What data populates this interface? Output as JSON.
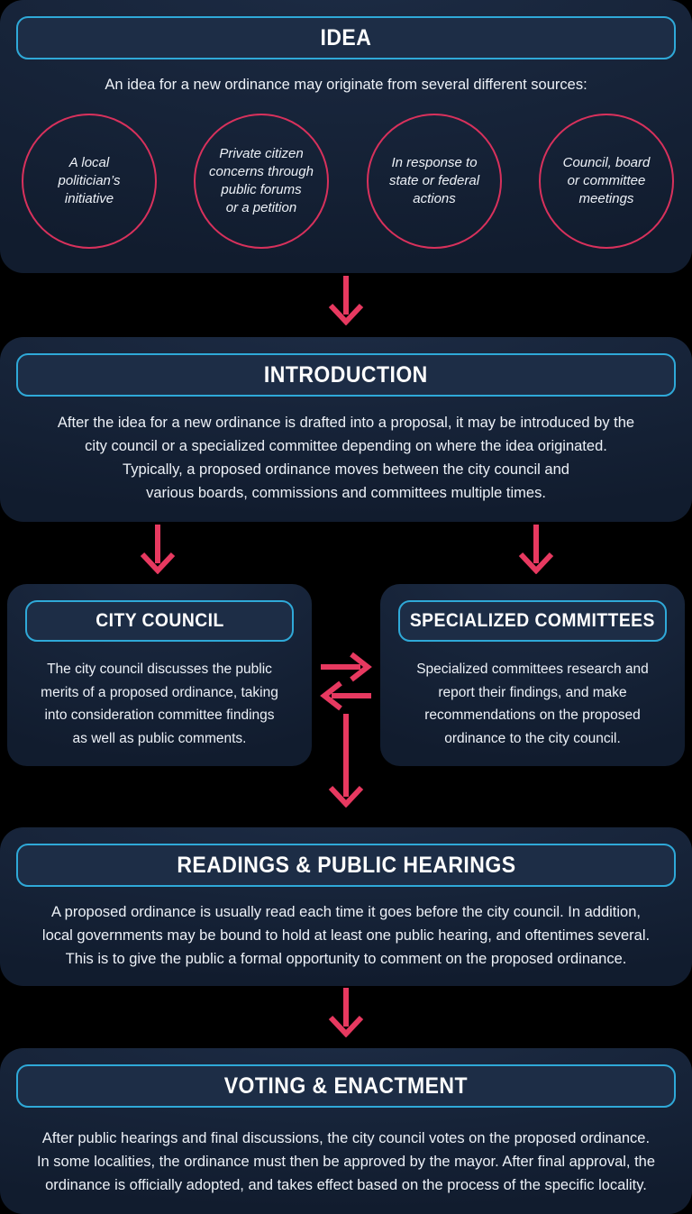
{
  "colors": {
    "page_bg": "#000000",
    "card_bg_light": "#1d2c45",
    "card_bg_dark": "#111c2e",
    "pill_bg": "#1d2d46",
    "pill_border": "#2fa9d8",
    "arrow": "#e73960",
    "circle_border": "#d8315c",
    "title_text": "#ffffff",
    "body_text": "#edf1f7"
  },
  "icons": {
    "down_arrow": "↓",
    "right_arrow": "→",
    "left_arrow": "←"
  },
  "sections": {
    "idea": {
      "title": "IDEA",
      "subtitle": "An idea for a new ordinance may originate from several different sources:",
      "sources": [
        {
          "lines": [
            "A local",
            "politician’s",
            "initiative"
          ]
        },
        {
          "lines": [
            "Private citizen",
            "concerns through",
            "public forums",
            "or a petition"
          ]
        },
        {
          "lines": [
            "In response to",
            "state or federal",
            "actions"
          ]
        },
        {
          "lines": [
            "Council, board",
            "or committee",
            "meetings"
          ]
        }
      ]
    },
    "introduction": {
      "title": "INTRODUCTION",
      "lines": [
        "After the idea for a new ordinance is drafted into a proposal, it may be introduced by the",
        "city council or a specialized committee depending on where the idea originated.",
        "Typically, a proposed ordinance moves between the city council and",
        "various boards, commissions and committees multiple times."
      ]
    },
    "city_council": {
      "title": "CITY COUNCIL",
      "lines": [
        "The city council discusses the public",
        "merits of a proposed ordinance, taking",
        "into consideration committee findings",
        "as well as public comments."
      ]
    },
    "specialized_committees": {
      "title": "SPECIALIZED COMMITTEES",
      "lines": [
        "Specialized committees research and",
        "report their findings, and make",
        "recommendations on the proposed",
        "ordinance to the city council."
      ]
    },
    "readings": {
      "title": "READINGS & PUBLIC HEARINGS",
      "lines": [
        "A proposed ordinance is usually read each time it goes before the city council. In addition,",
        "local governments may be bound to hold at least one public hearing, and oftentimes several.",
        "This is to give the public a formal opportunity to comment on the proposed ordinance."
      ]
    },
    "voting": {
      "title": "VOTING & ENACTMENT",
      "lines": [
        "After public hearings and final discussions, the city council votes on the proposed ordinance.",
        "In some localities, the ordinance must then be approved by the mayor. After final approval, the",
        "ordinance is officially adopted, and takes effect based on the process of the specific locality."
      ]
    }
  }
}
